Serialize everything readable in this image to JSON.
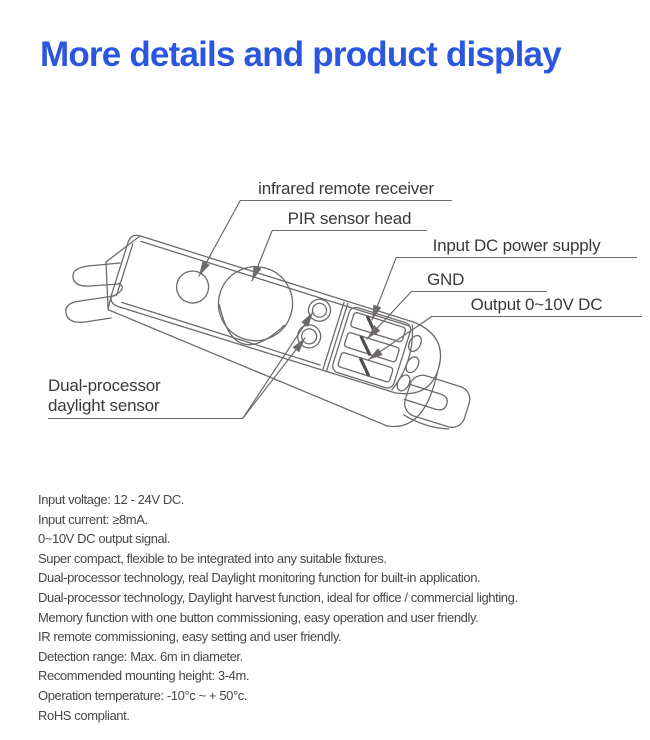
{
  "header": {
    "title": "More details and product display",
    "title_color": "#2a56e0"
  },
  "diagram": {
    "type": "technical-line-drawing",
    "subject": "PIR motion sensor module, isometric view",
    "line_color": "#6f6a6a",
    "label_color": "#3a3a3a",
    "labels": {
      "infrared": "infrared remote receiver",
      "pir": "PIR sensor head",
      "input_dc": "Input DC power supply",
      "gnd": "GND",
      "output": "Output 0~10V DC",
      "daylight_line1": "Dual-processor",
      "daylight_line2": "daylight sensor"
    }
  },
  "specs": {
    "text_color": "#474747",
    "lines": [
      "Input voltage: 12 - 24V DC.",
      "Input current: ≥8mA.",
      "0~10V DC output signal.",
      "Super compact, flexible to be integrated into any suitable fixtures.",
      "Dual-processor technology, real Daylight monitoring function for built-in application.",
      "Dual-processor technology, Daylight harvest function, ideal for office / commercial lighting.",
      "Memory function with one button commissioning, easy operation and user friendly.",
      "IR remote commissioning, easy setting and user friendly.",
      "Detection range: Max. 6m in diameter.",
      "Recommended mounting height: 3-4m.",
      "Operation temperature: -10°c ~ + 50°c.",
      "RoHS compliant."
    ]
  }
}
